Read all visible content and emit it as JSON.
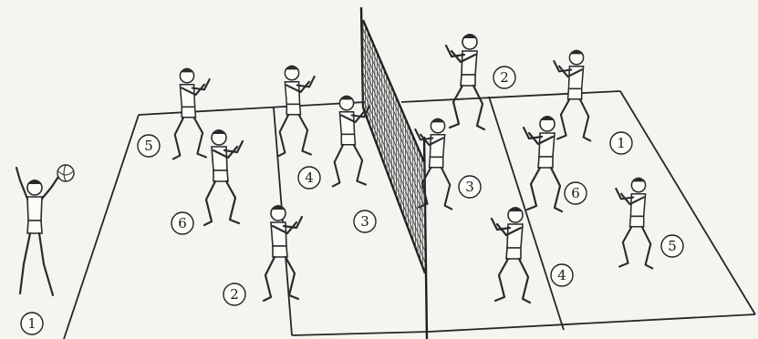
{
  "diagram": {
    "court": {
      "left_side_labels": [
        "1",
        "2",
        "3",
        "4",
        "5",
        "6"
      ],
      "right_side_labels": [
        "1",
        "2",
        "3",
        "4",
        "5",
        "6"
      ]
    },
    "server_has_ball": true,
    "colors": {
      "ink": "#2a2a2a",
      "paper": "#f4f4f1"
    }
  }
}
